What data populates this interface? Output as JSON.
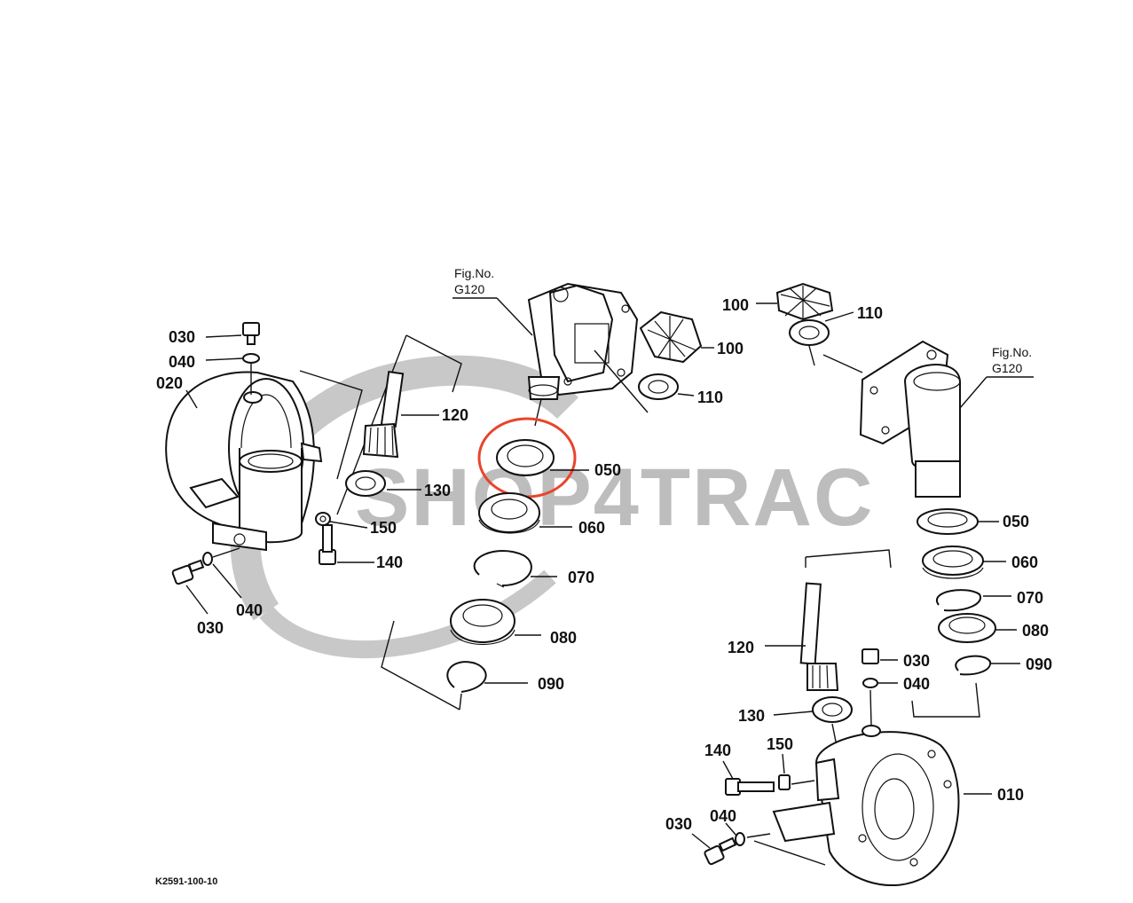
{
  "watermark": {
    "text": "SHOP4TRAC",
    "color": "#bdbdbd"
  },
  "highlight": {
    "color": "#e8452c",
    "part": "050"
  },
  "figure_refs": {
    "line1": "Fig.No.",
    "line2": "G120"
  },
  "drawing_code": "K2591-100-10",
  "labels": {
    "l030a": "030",
    "l040a": "040",
    "l020": "020",
    "l120a": "120",
    "l130a": "130",
    "l150a": "150",
    "l140a": "140",
    "l040b": "040",
    "l030b": "030",
    "l050a": "050",
    "l060a": "060",
    "l070a": "070",
    "l080a": "080",
    "l090a": "090",
    "l100a": "100",
    "l100b": "100",
    "l110a": "110",
    "l110b": "110",
    "l050b": "050",
    "l060b": "060",
    "l070b": "070",
    "l080b": "080",
    "l090b": "090",
    "l120b": "120",
    "l030c": "030",
    "l040c": "040",
    "l130b": "130",
    "l140b": "140",
    "l150b": "150",
    "l010": "010",
    "l030d": "030",
    "l040d": "040"
  }
}
